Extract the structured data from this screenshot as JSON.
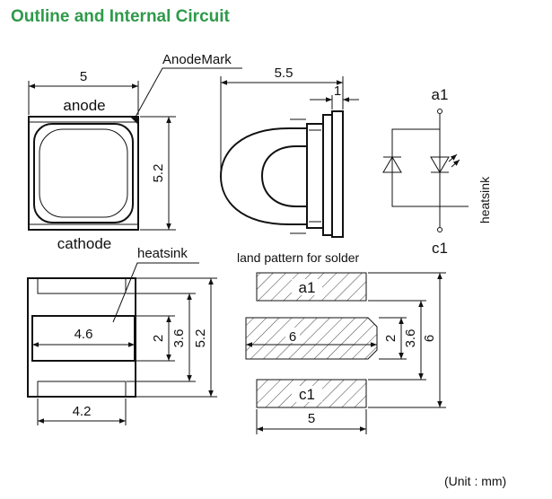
{
  "title": "Outline and Internal Circuit",
  "unit_note": "(Unit : mm)",
  "top_view": {
    "width_dim": "5",
    "height_dim": "5.2",
    "anode_label": "anode",
    "cathode_label": "cathode",
    "anode_mark_label": "AnodeMark"
  },
  "side_view": {
    "length_dim": "5.5",
    "thickness_dim": "1"
  },
  "circuit": {
    "top_terminal": "a1",
    "bottom_terminal": "c1",
    "heatsink_label": "heatsink"
  },
  "bottom_view": {
    "heatsink_label": "heatsink",
    "pad_width_dim": "4.6",
    "body_width_dim": "4.2",
    "dim_inner": "2",
    "dim_mid": "3.6",
    "dim_outer": "5.2"
  },
  "land_pattern": {
    "title": "land pattern for solder",
    "pad_top_label": "a1",
    "pad_bottom_label": "c1",
    "center_pad_dim": "6",
    "width_dim": "5",
    "dim_inner": "2",
    "dim_mid": "3.6",
    "dim_outer": "6"
  }
}
